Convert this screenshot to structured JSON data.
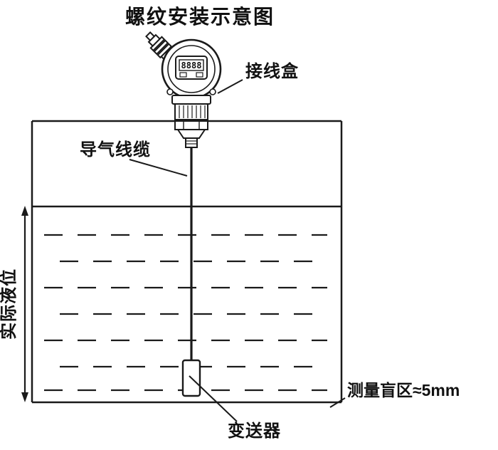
{
  "title": "螺纹安装示意图",
  "labels": {
    "junction_box": "接线盒",
    "air_cable": "导气线缆",
    "actual_level": "实际液位",
    "transmitter": "变送器",
    "blind_zone": "测量盲区≈5mm"
  },
  "device": {
    "display_value": "8888"
  },
  "colors": {
    "line": "#1a1a1a",
    "background": "#ffffff"
  }
}
